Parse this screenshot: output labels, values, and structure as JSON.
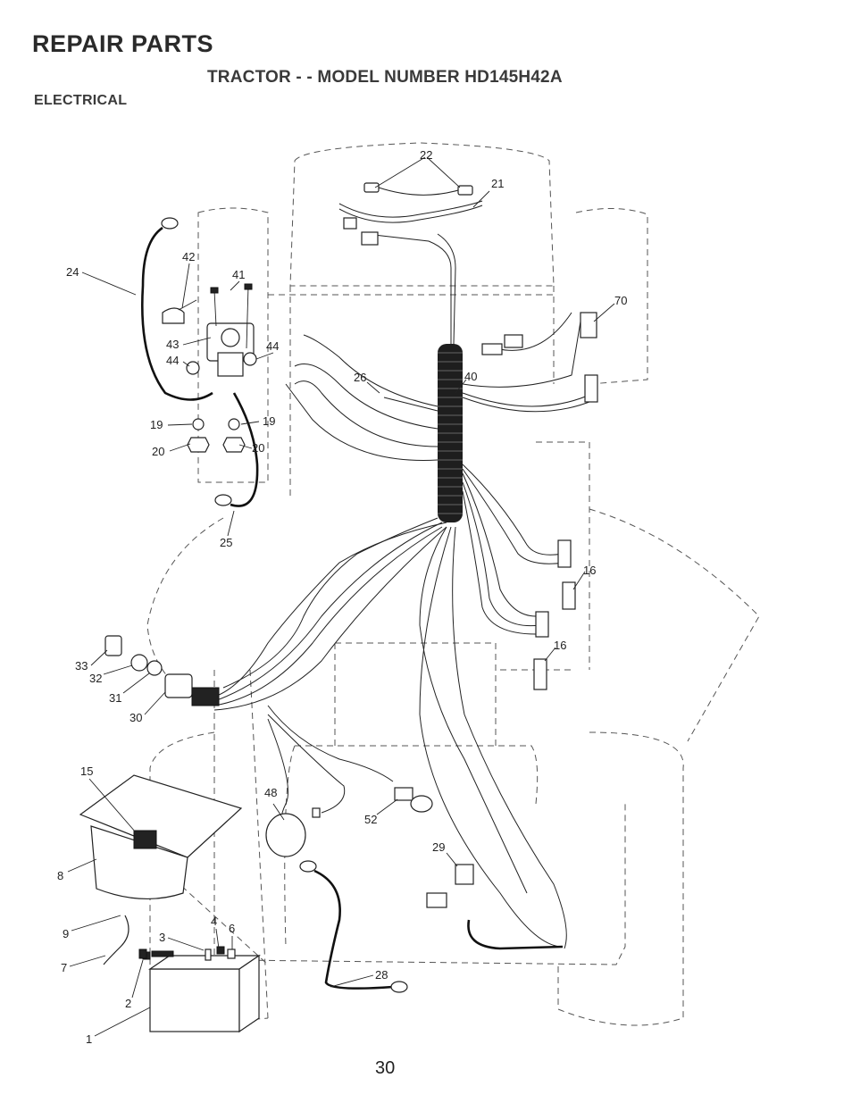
{
  "header": {
    "title": "REPAIR PARTS",
    "subtitle": "TRACTOR - - MODEL NUMBER HD145H42A",
    "section": "ELECTRICAL"
  },
  "callouts": {
    "c1": "1",
    "c2": "2",
    "c3": "3",
    "c4": "4",
    "c6": "6",
    "c7": "7",
    "c8": "8",
    "c9": "9",
    "c15": "15",
    "c16a": "16",
    "c16b": "16",
    "c19a": "19",
    "c19b": "19",
    "c20a": "20",
    "c20b": "20",
    "c21": "21",
    "c22": "22",
    "c24": "24",
    "c25": "25",
    "c26": "26",
    "c28": "28",
    "c29": "29",
    "c30": "30",
    "c31": "31",
    "c32": "32",
    "c33": "33",
    "c40": "40",
    "c41": "41",
    "c42": "42",
    "c43": "43",
    "c44a": "44",
    "c44b": "44",
    "c48": "48",
    "c52": "52",
    "c70": "70"
  },
  "footer": {
    "page_number": "30"
  }
}
